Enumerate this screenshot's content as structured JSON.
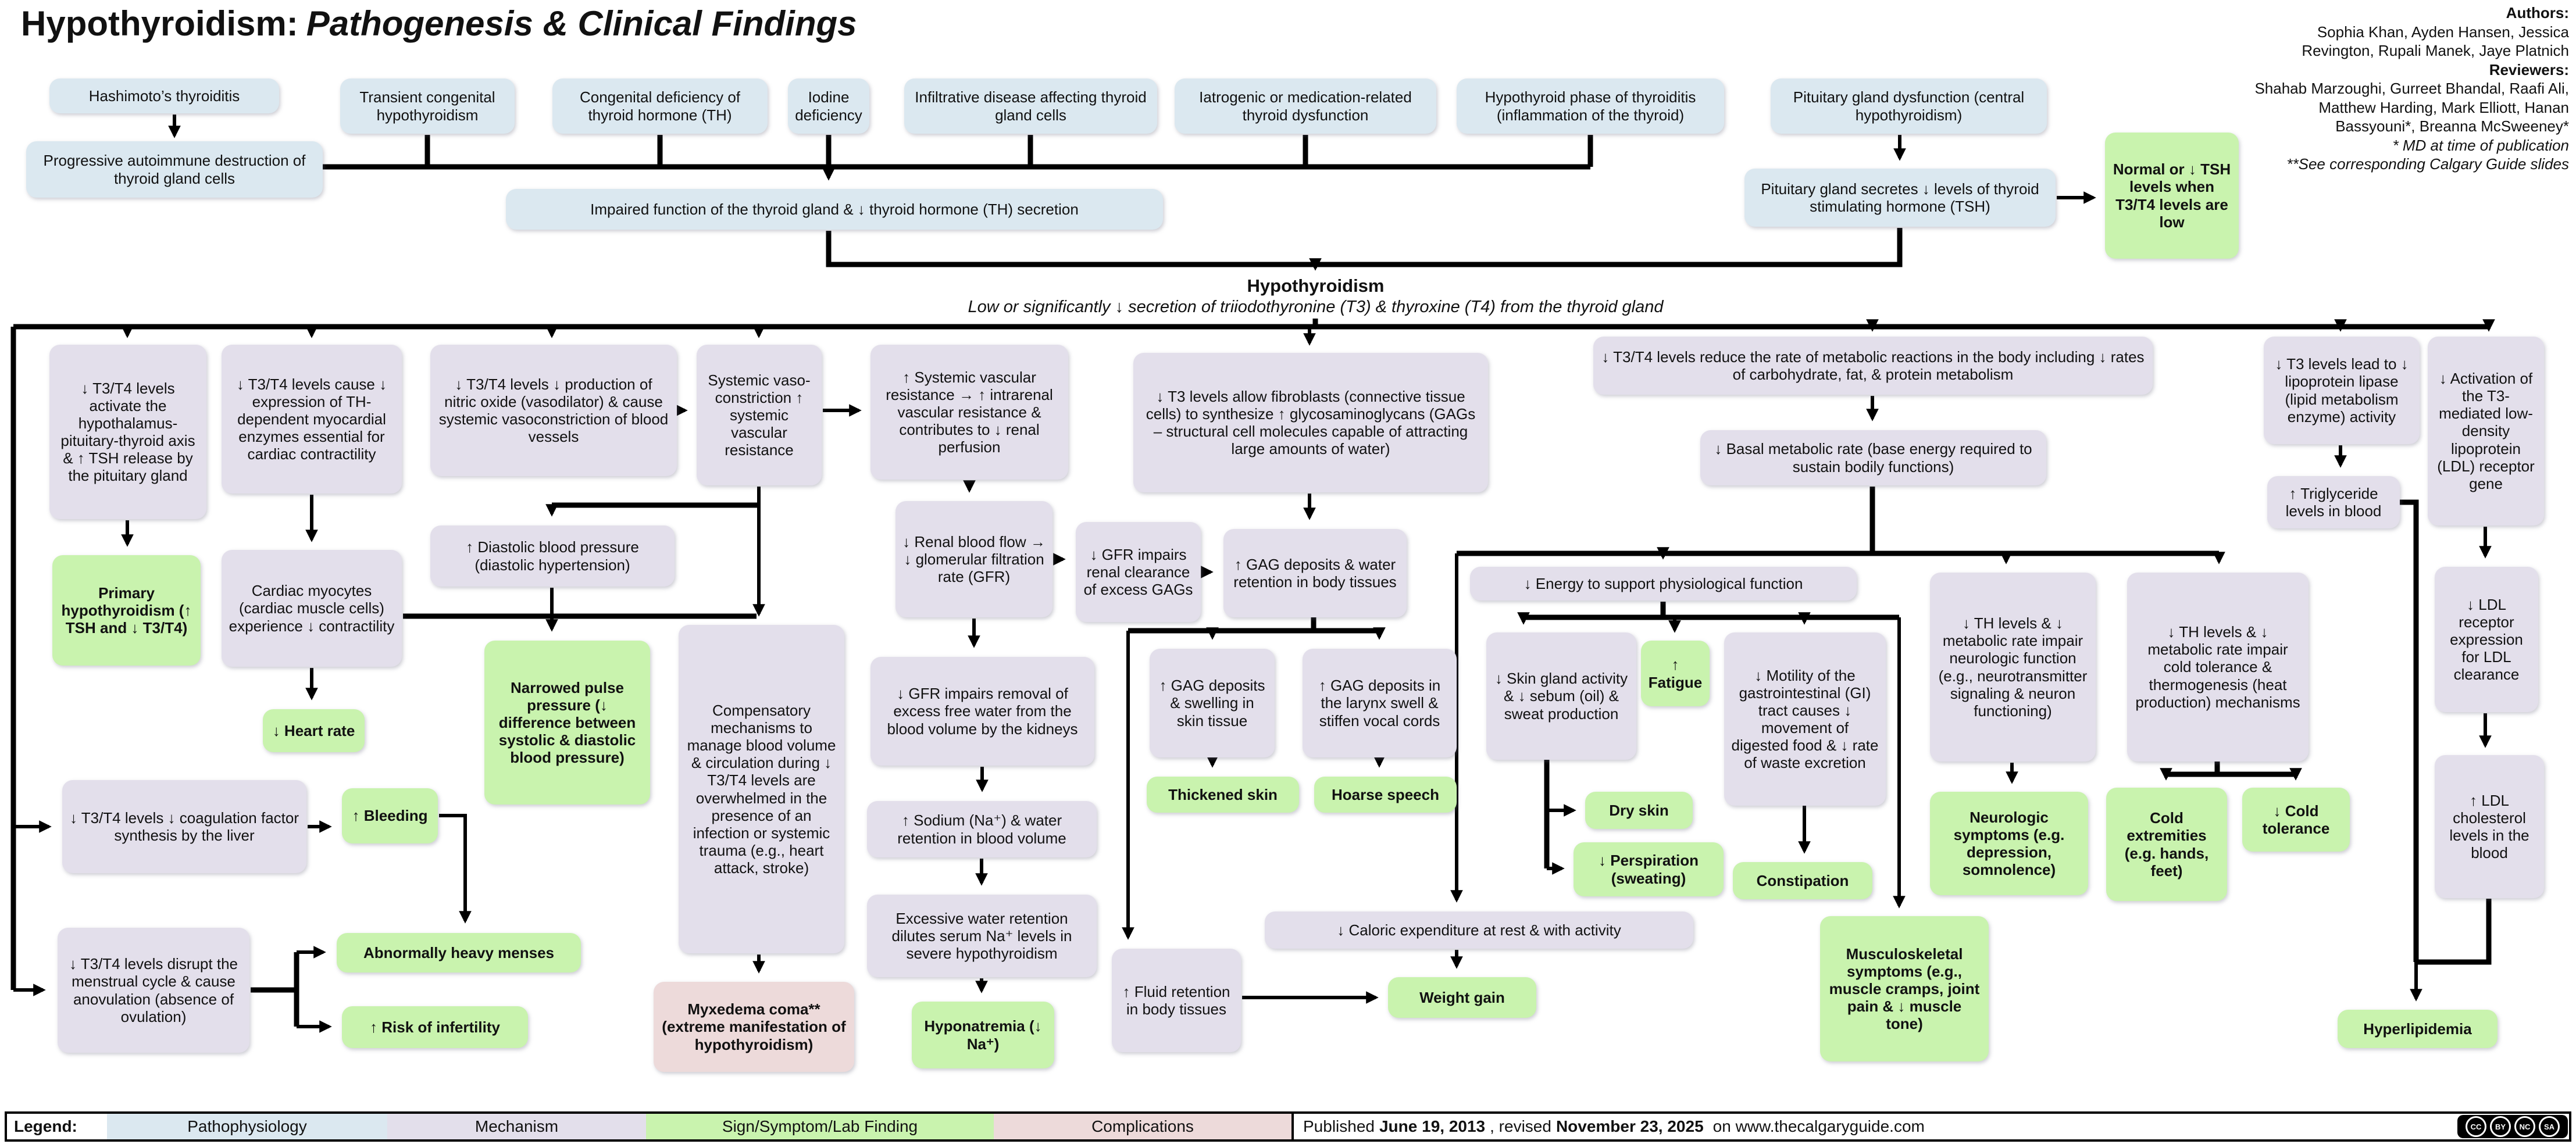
{
  "title": {
    "main": "Hypothyroidism:",
    "italic": "Pathogenesis & Clinical Findings"
  },
  "credits": {
    "authors_label": "Authors:",
    "authors": "Sophia Khan, Ayden Hansen, Jessica Revington, Rupali Manek, Jaye Platnich",
    "reviewers_label": "Reviewers:",
    "reviewers": "Shahab Marzoughi, Gurreet Bhandal, Raafi Ali, Matthew Harding, Mark Elliott, Hanan Bassyouni*, Breanna McSweeney*",
    "footnote1": "* MD at time of publication",
    "footnote2": "**See corresponding Calgary Guide slides"
  },
  "center": {
    "heading": "Hypothyroidism",
    "subheading": "Low or significantly ↓ secretion of triiodothyronine (T3) & thyroxine (T4) from the thyroid gland"
  },
  "boxes": [
    {
      "id": "hashimoto",
      "type": "pathophysiology",
      "text": "Hashimoto’s thyroiditis"
    },
    {
      "id": "progressive-autoimmune",
      "type": "pathophysiology",
      "text": "Progressive autoimmune destruction of thyroid gland cells"
    },
    {
      "id": "transient-congenital",
      "type": "pathophysiology",
      "text": "Transient congenital hypothyroidism"
    },
    {
      "id": "congenital-deficiency",
      "type": "pathophysiology",
      "text": "Congenital deficiency of thyroid hormone (TH)"
    },
    {
      "id": "iodine-deficiency",
      "type": "pathophysiology",
      "text": "Iodine deficiency"
    },
    {
      "id": "infiltrative-disease",
      "type": "pathophysiology",
      "text": "Infiltrative disease affecting thyroid gland cells"
    },
    {
      "id": "iatrogenic",
      "type": "pathophysiology",
      "text": "Iatrogenic or medication-related thyroid dysfunction"
    },
    {
      "id": "hypothyroid-phase",
      "type": "pathophysiology",
      "text": "Hypothyroid phase of thyroiditis (inflammation of the thyroid)"
    },
    {
      "id": "pituitary-dysfunction",
      "type": "pathophysiology",
      "text": "Pituitary gland dysfunction (central hypothyroidism)"
    },
    {
      "id": "pituitary-secretes",
      "type": "pathophysiology",
      "text": "Pituitary gland secretes ↓ levels of thyroid stimulating hormone (TSH)"
    },
    {
      "id": "normal-tsh",
      "type": "sign",
      "text": "Normal or ↓ TSH levels when T3/T4 levels are low"
    },
    {
      "id": "impaired-function",
      "type": "pathophysiology",
      "text": "Impaired function of the thyroid gland & ↓ thyroid hormone (TH) secretion"
    },
    {
      "id": "axis-activation",
      "type": "mechanism",
      "text": "↓ T3/T4 levels activate the hypothalamus-pituitary-thyroid axis & ↑ TSH release by the pituitary gland"
    },
    {
      "id": "primary-hypothyroidism",
      "type": "sign",
      "text": "Primary hypothyroidism (↑ TSH and ↓ T3/T4)"
    },
    {
      "id": "myocardial-enzymes",
      "type": "mechanism",
      "text": "↓ T3/T4 levels cause ↓ expression of TH-dependent myocardial enzymes essential for cardiac contractility"
    },
    {
      "id": "cardiac-myocytes",
      "type": "mechanism",
      "text": "Cardiac myocytes (cardiac muscle cells) experience ↓ contractility"
    },
    {
      "id": "heart-rate",
      "type": "sign",
      "text": "↓ Heart rate"
    },
    {
      "id": "nitric-oxide",
      "type": "mechanism",
      "text": "↓ T3/T4 levels ↓ production of nitric oxide (vasodilator) & cause systemic vasoconstriction of blood vessels"
    },
    {
      "id": "diastolic-bp",
      "type": "mechanism",
      "text": "↑ Diastolic blood pressure (diastolic hypertension)"
    },
    {
      "id": "narrowed-pulse",
      "type": "sign",
      "text": "Narrowed pulse pressure (↓ difference between systolic & diastolic blood pressure)"
    },
    {
      "id": "systemic-vasoconstriction",
      "type": "mechanism",
      "text": "Systemic vaso-constriction ↑ systemic vascular resistance"
    },
    {
      "id": "compensatory-mechanisms",
      "type": "mechanism",
      "text": "Compensatory mechanisms to manage blood volume & circulation during ↓ T3/T4 levels are overwhelmed in the presence of an infection or systemic trauma (e.g., heart attack, stroke)"
    },
    {
      "id": "myxedema-coma",
      "type": "complication",
      "text": "Myxedema coma** (extreme manifestation of hypothyroidism)"
    },
    {
      "id": "coagulation-factor",
      "type": "mechanism",
      "text": "↓ T3/T4 levels ↓ coagulation factor synthesis by the liver"
    },
    {
      "id": "bleeding",
      "type": "sign",
      "text": "↑ Bleeding"
    },
    {
      "id": "menstrual-disruption",
      "type": "mechanism",
      "text": "↓ T3/T4 levels disrupt the menstrual cycle & cause anovulation (absence of ovulation)"
    },
    {
      "id": "heavy-menses",
      "type": "sign",
      "text": "Abnormally heavy menses"
    },
    {
      "id": "infertility-risk",
      "type": "sign",
      "text": "↑ Risk of infertility"
    },
    {
      "id": "svr-intrarenal",
      "type": "mechanism",
      "text": "↑ Systemic vascular resistance → ↑ intrarenal vascular resistance & contributes to ↓ renal perfusion"
    },
    {
      "id": "renal-blood-flow",
      "type": "mechanism",
      "text": "↓ Renal blood flow → ↓ glomerular filtration rate (GFR)"
    },
    {
      "id": "gfr-water-removal",
      "type": "mechanism",
      "text": "↓ GFR impairs removal of excess free water from the blood volume by the kidneys"
    },
    {
      "id": "sodium-retention",
      "type": "mechanism",
      "text": "↑ Sodium (Na⁺) & water retention in blood volume"
    },
    {
      "id": "excessive-water",
      "type": "mechanism",
      "text": "Excessive water retention dilutes serum Na⁺ levels in severe hypothyroidism"
    },
    {
      "id": "hyponatremia",
      "type": "sign",
      "text": "Hyponatremia (↓ Na⁺)"
    },
    {
      "id": "gfr-gag-clearance",
      "type": "mechanism",
      "text": "↓ GFR impairs renal clearance of excess GAGs"
    },
    {
      "id": "fibroblasts-gags",
      "type": "mechanism",
      "text": "↓ T3 levels allow fibroblasts (connective tissue cells) to synthesize ↑ glycosaminoglycans (GAGs – structural cell molecules capable of attracting large amounts of water)"
    },
    {
      "id": "gag-water-retention",
      "type": "mechanism",
      "text": "↑ GAG deposits & water retention in body tissues"
    },
    {
      "id": "gag-skin",
      "type": "mechanism",
      "text": "↑ GAG deposits & swelling in skin tissue"
    },
    {
      "id": "gag-larynx",
      "type": "mechanism",
      "text": "↑ GAG deposits in the larynx swell & stiffen vocal cords"
    },
    {
      "id": "thickened-skin",
      "type": "sign",
      "text": "Thickened skin"
    },
    {
      "id": "hoarse-speech",
      "type": "sign",
      "text": "Hoarse speech"
    },
    {
      "id": "fluid-retention",
      "type": "mechanism",
      "text": "↑ Fluid retention in body tissues"
    },
    {
      "id": "caloric-expenditure",
      "type": "mechanism",
      "text": "↓ Caloric expenditure at rest & with activity"
    },
    {
      "id": "weight-gain",
      "type": "sign",
      "text": "Weight gain"
    },
    {
      "id": "metabolic-reactions",
      "type": "mechanism",
      "text": "↓ T3/T4 levels reduce the rate of metabolic reactions in the body including ↓ rates of carbohydrate, fat, & protein metabolism"
    },
    {
      "id": "basal-metabolic-rate",
      "type": "mechanism",
      "text": "↓ Basal metabolic rate (base energy required to sustain bodily functions)"
    },
    {
      "id": "energy-support",
      "type": "mechanism",
      "text": "↓ Energy to support physiological function"
    },
    {
      "id": "skin-gland",
      "type": "mechanism",
      "text": "↓ Skin gland activity & ↓ sebum (oil) & sweat production"
    },
    {
      "id": "fatigue",
      "type": "sign",
      "text": "↑ Fatigue"
    },
    {
      "id": "gi-motility",
      "type": "mechanism",
      "text": "↓ Motility of the gastrointestinal (GI) tract causes ↓ movement of digested food & ↓ rate of waste excretion"
    },
    {
      "id": "dry-skin",
      "type": "sign",
      "text": "Dry skin"
    },
    {
      "id": "perspiration",
      "type": "sign",
      "text": "↓ Perspiration (sweating)"
    },
    {
      "id": "constipation",
      "type": "sign",
      "text": "Constipation"
    },
    {
      "id": "th-neurologic",
      "type": "mechanism",
      "text": "↓ TH levels & ↓ metabolic rate impair neurologic function (e.g., neurotransmitter signaling & neuron functioning)"
    },
    {
      "id": "neurologic-symptoms",
      "type": "sign",
      "text": "Neurologic symptoms (e.g. depression, somnolence)"
    },
    {
      "id": "musculoskeletal-symptoms",
      "type": "sign",
      "text": "Musculoskeletal symptoms (e.g., muscle cramps, joint pain & ↓ muscle tone)"
    },
    {
      "id": "th-cold",
      "type": "mechanism",
      "text": "↓ TH levels & ↓ metabolic rate impair cold tolerance & thermogenesis (heat production) mechanisms"
    },
    {
      "id": "cold-extremities",
      "type": "sign",
      "text": "Cold extremities (e.g. hands, feet)"
    },
    {
      "id": "cold-tolerance",
      "type": "sign",
      "text": "↓ Cold tolerance"
    },
    {
      "id": "lipoprotein-lipase",
      "type": "mechanism",
      "text": "↓ T3 levels lead to ↓ lipoprotein lipase (lipid metabolism enzyme) activity"
    },
    {
      "id": "triglyceride",
      "type": "mechanism",
      "text": "↑ Triglyceride levels in blood"
    },
    {
      "id": "ldl-gene-activation",
      "type": "mechanism",
      "text": "↓ Activation of the T3-mediated low-density lipoprotein (LDL) receptor gene"
    },
    {
      "id": "ldl-receptor",
      "type": "mechanism",
      "text": "↓ LDL receptor expression for LDL clearance"
    },
    {
      "id": "ldl-cholesterol",
      "type": "mechanism",
      "text": "↑ LDL cholesterol levels in the blood"
    },
    {
      "id": "hyperlipidemia",
      "type": "sign",
      "text": "Hyperlipidemia"
    }
  ],
  "legend": {
    "label": "Legend:",
    "items": [
      {
        "label": "Pathophysiology",
        "type": "pathophysiology"
      },
      {
        "label": "Mechanism",
        "type": "mechanism"
      },
      {
        "label": "Sign/Symptom/Lab Finding",
        "type": "sign"
      },
      {
        "label": "Complications",
        "type": "complication"
      }
    ],
    "published_prefix": "Published",
    "published_date": "June 19, 2013",
    "published_mid": ", revised",
    "revised_date": "November 23, 2025",
    "published_suffix": "on www.thecalgaryguide.com",
    "cc": [
      "CC",
      "BY",
      "NC",
      "SA"
    ]
  },
  "colors": {
    "pathophysiology": "#dbe8f0",
    "mechanism": "#e3dfeb",
    "sign": "#c9f3ae",
    "complication": "#eddada",
    "line": "#000000"
  }
}
